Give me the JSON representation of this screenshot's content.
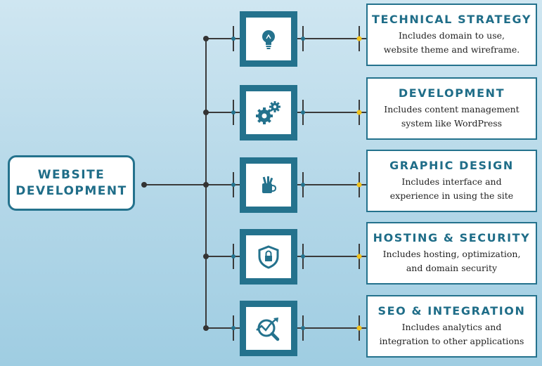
{
  "root": {
    "line1": "WEBSITE",
    "line2": "DEVELOPMENT"
  },
  "colors": {
    "teal": "#24728d",
    "title": "#1f6d88",
    "dot": "#f1c21b",
    "line": "#333333"
  },
  "items": [
    {
      "title": "TECHNICAL STRATEGY",
      "desc": "Includes domain to use,\nwebsite theme and wireframe.",
      "icon": "lightbulb-icon"
    },
    {
      "title": "DEVELOPMENT",
      "desc": "Includes content management\nsystem like WordPress",
      "icon": "gears-icon"
    },
    {
      "title": "GRAPHIC DESIGN",
      "desc": "Includes interface and\nexperience  in using the site",
      "icon": "design-tools-icon"
    },
    {
      "title": "HOSTING & SECURITY",
      "desc": "Includes hosting, optimization,\nand domain security",
      "icon": "shield-lock-icon"
    },
    {
      "title": "SEO & INTEGRATION",
      "desc": "Includes analytics and\nintegration to other applications",
      "icon": "analytics-magnifier-icon"
    }
  ]
}
